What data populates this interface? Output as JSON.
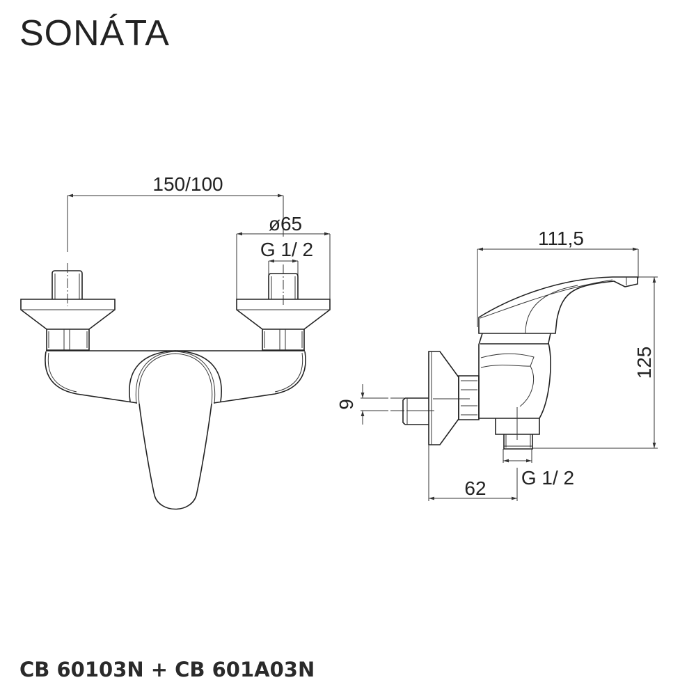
{
  "header": {
    "title": "SONÁTA"
  },
  "footer": {
    "product_codes": "CB 60103N + CB 601A03N"
  },
  "front_view": {
    "dimensions": {
      "inlet_spacing": "150/100",
      "rosette_diameter": "ø65",
      "inlet_thread": "G 1/ 2"
    }
  },
  "side_view": {
    "dimensions": {
      "depth": "111,5",
      "height": "125",
      "eccentric_offset": "9",
      "wall_to_outlet": "62",
      "outlet_thread": "G 1/ 2"
    }
  },
  "colors": {
    "line": "#222222",
    "background": "#ffffff"
  }
}
